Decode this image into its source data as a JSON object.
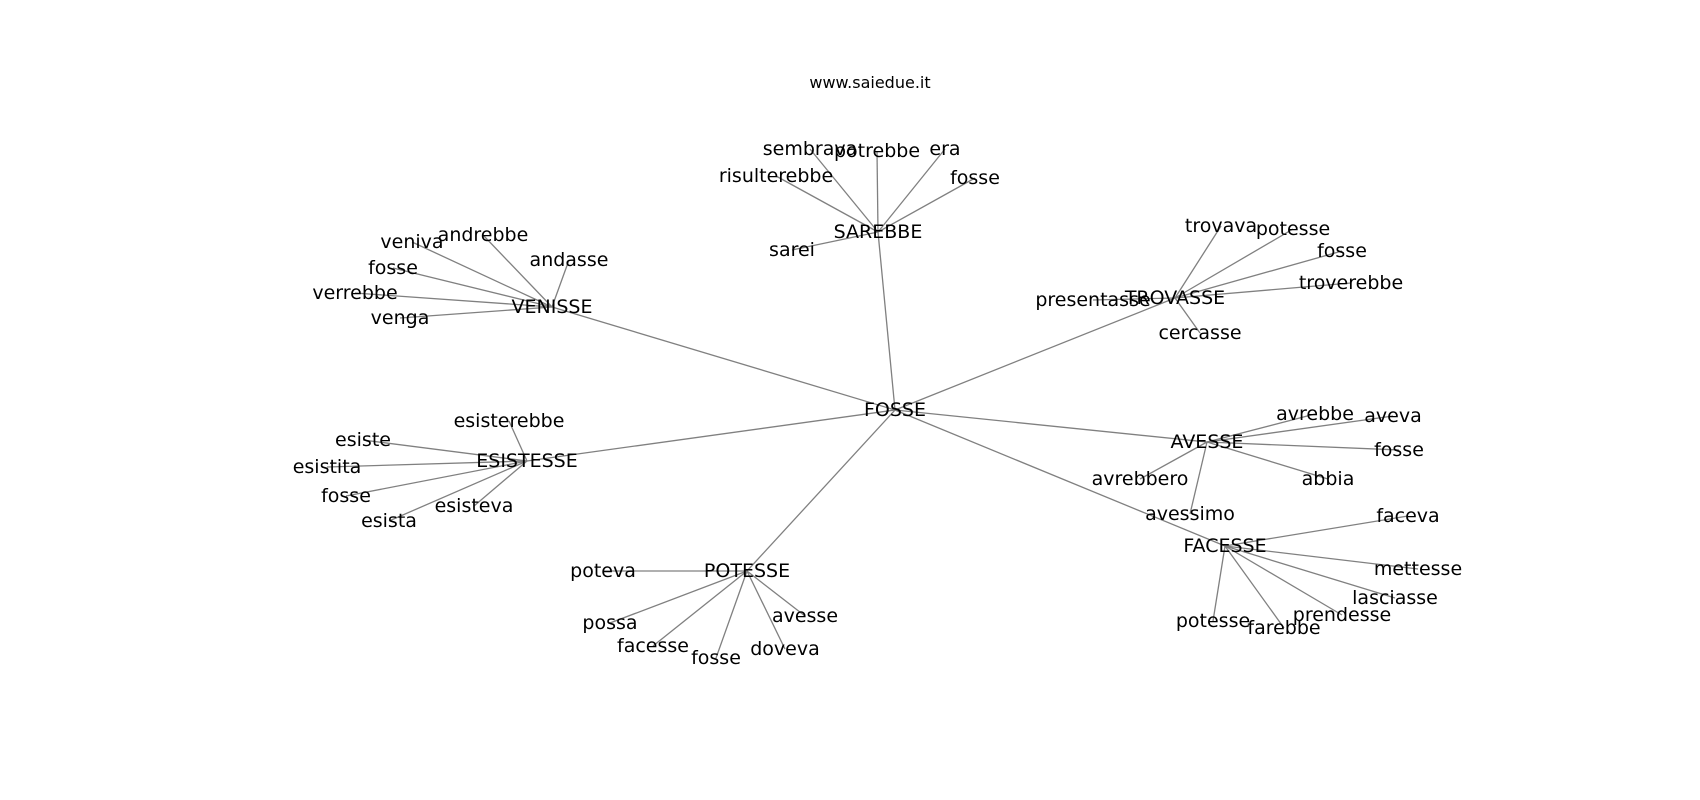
{
  "title": "www.saiedue.it",
  "colors": {
    "background": "#ffffff",
    "edge": "#808080",
    "text": "#000000"
  },
  "root": {
    "id": "FOSSE",
    "label": "FOSSE"
  },
  "clusters": [
    {
      "id": "SAREBBE",
      "label": "SAREBBE",
      "children": [
        "sembrava",
        "potrebbe",
        "era",
        "risulterebbe",
        "fosse",
        "sarei"
      ]
    },
    {
      "id": "TROVASSE",
      "label": "TROVASSE",
      "children": [
        "trovava",
        "potesse",
        "fosse",
        "troverebbe",
        "presentasse",
        "cercasse"
      ]
    },
    {
      "id": "VENISSE",
      "label": "VENISSE",
      "children": [
        "veniva",
        "andrebbe",
        "andasse",
        "fosse",
        "verrebbe",
        "venga"
      ]
    },
    {
      "id": "ESISTESSE",
      "label": "ESISTESSE",
      "children": [
        "esisterebbe",
        "esiste",
        "esistita",
        "fosse",
        "esista",
        "esisteva"
      ]
    },
    {
      "id": "AVESSE",
      "label": "AVESSE",
      "children": [
        "avrebbe",
        "aveva",
        "fosse",
        "abbia",
        "avrebbero",
        "avessimo"
      ]
    },
    {
      "id": "FACESSE",
      "label": "FACESSE",
      "children": [
        "faceva",
        "mettesse",
        "lasciasse",
        "prendesse",
        "farebbe",
        "potesse"
      ]
    },
    {
      "id": "POTESSE",
      "label": "POTESSE",
      "children": [
        "poteva",
        "possa",
        "facesse",
        "fosse",
        "doveva",
        "avesse"
      ]
    }
  ]
}
